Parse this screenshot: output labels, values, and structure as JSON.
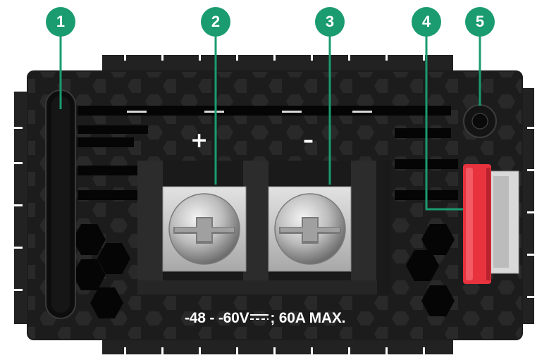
{
  "callouts": [
    {
      "number": "1",
      "target": "handle"
    },
    {
      "number": "2",
      "target": "positive-terminal"
    },
    {
      "number": "3",
      "target": "negative-terminal"
    },
    {
      "number": "4",
      "target": "release-latch"
    },
    {
      "number": "5",
      "target": "status-led"
    }
  ],
  "polarity": {
    "positive": "+",
    "negative": "–"
  },
  "rating": {
    "prefix": "-48 - -60V",
    "suffix": "; 60A MAX."
  },
  "colors": {
    "callout": "#1a9b70",
    "latch": "#e8333f",
    "panel": "#1c1c1c",
    "terminal": "#c8c8c8"
  }
}
